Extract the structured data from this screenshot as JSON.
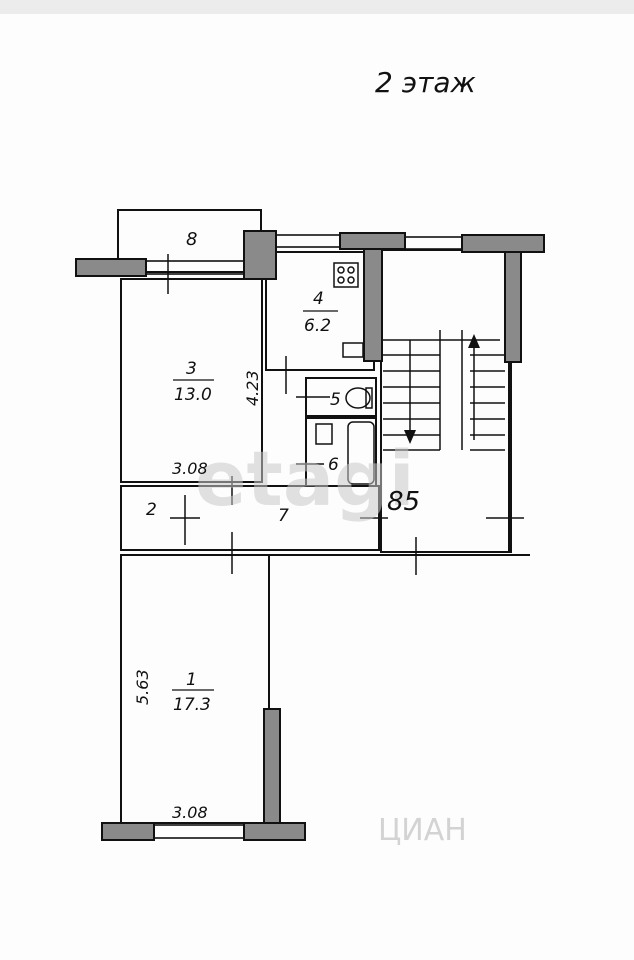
{
  "floor_label": "2 этаж",
  "rooms": [
    {
      "number": "1",
      "area": "17.3"
    },
    {
      "number": "2"
    },
    {
      "number": "3",
      "area": "13.0"
    },
    {
      "number": "4",
      "area": "6.2"
    },
    {
      "number": "5"
    },
    {
      "number": "6"
    },
    {
      "number": "7"
    },
    {
      "number": "8"
    }
  ],
  "dimensions": {
    "room3_height": "4.23",
    "room3_width": "3.08",
    "room1_height": "5.63",
    "room1_width": "3.08"
  },
  "stair_fragment": "85",
  "watermarks": [
    "etagi",
    "ЦИАН"
  ],
  "colors": {
    "wall_fill": "#8a8a8a",
    "line": "#111111",
    "watermark": "#c9c9c9"
  }
}
